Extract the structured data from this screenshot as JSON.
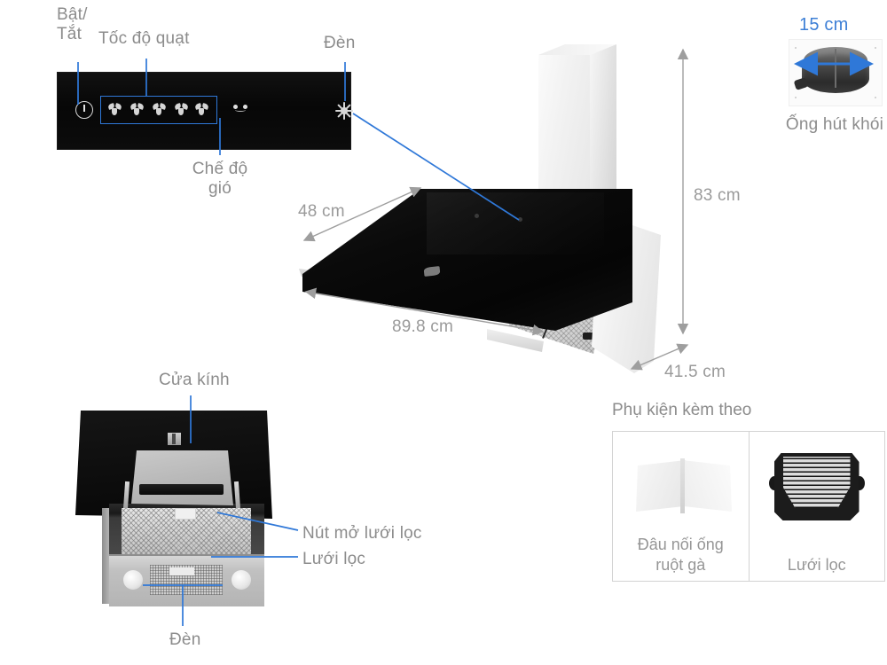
{
  "product": {
    "type": "range-hood-dimension-diagram",
    "language": "vi"
  },
  "control_panel": {
    "labels": {
      "power": "Bật/\nTắt",
      "fan_speed": "Tốc độ quạt",
      "wind_mode": "Chế độ\ngió",
      "light": "Đèn"
    },
    "icons": {
      "power": "power-icon",
      "fan_speed": "fan-icon",
      "wind_mode": "wind-mode-icon",
      "light": "light-icon"
    },
    "fan_speed_steps": 5,
    "highlight_color": "#2f78d8",
    "panel_color": "#0a0a0a"
  },
  "main_hood": {
    "callout_light": "Đèn",
    "dimensions": {
      "width": "89.8 cm",
      "depth_top": "48 cm",
      "height": "83 cm",
      "depth_side": "41.5 cm"
    }
  },
  "duct": {
    "diameter": "15 cm",
    "caption": "Ống hút khói",
    "accent_color": "#2f78d8"
  },
  "open_view": {
    "callouts": {
      "glass_door": "Cửa kính",
      "filter_release": "Nút mở lưới lọc",
      "filter": "Lưới lọc",
      "lamp": "Đèn"
    }
  },
  "accessories": {
    "title": "Phụ kiện kèm theo",
    "items": [
      {
        "name": "Đâu nối ống\nruột gà",
        "art": "duct-connector-icon"
      },
      {
        "name": "Lưới lọc",
        "art": "grease-filter-icon"
      }
    ]
  },
  "style": {
    "label_color": "#8c8c8c",
    "dim_color": "#9a9a9a",
    "leader_color": "#2f78d8",
    "dim_line_color": "#9e9e9e",
    "background": "#ffffff"
  }
}
